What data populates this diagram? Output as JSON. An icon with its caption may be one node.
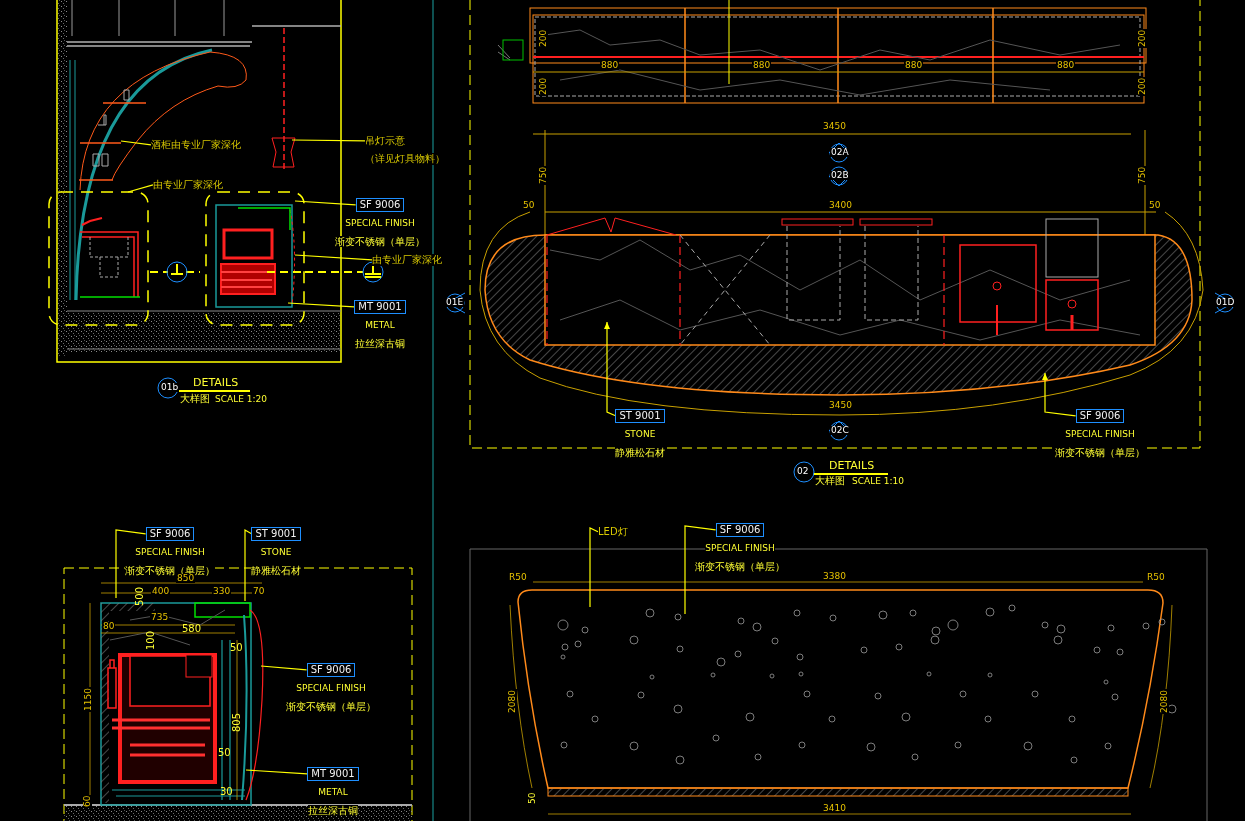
{
  "diagram": {
    "nodes": [
      {
        "text": [
          "酒柜由专业厂家深化"
        ]
      },
      {
        "text": [
          "由专业厂家深化"
        ]
      },
      {
        "text": [
          "吊灯示意",
          "（详见灯具物料）"
        ]
      },
      {
        "text": [
          "SF 9006",
          "SPECIAL FINISH",
          "渐变不锈钢（单层）"
        ]
      },
      {
        "text": [
          "由专业厂家深化"
        ]
      },
      {
        "text": [
          "MT 9001",
          "METAL",
          "拉丝深古铜"
        ]
      },
      {
        "text": [
          "ST 9001",
          "STONE",
          "静雅松石材"
        ]
      },
      {
        "text": [
          "SF 9006",
          "SPECIAL FINISH",
          "渐变不锈钢（单层）"
        ]
      },
      {
        "text": [
          "SF 9006",
          "SPECIAL FINISH",
          "渐变不锈钢（单层）"
        ]
      },
      {
        "text": [
          "ST 9001",
          "STONE",
          "静雅松石材"
        ]
      },
      {
        "text": [
          "SF 9006",
          "SPECIAL FINISH",
          "渐变不锈钢（单层）"
        ]
      },
      {
        "text": [
          "MT 9001",
          "METAL",
          "拉丝深古铜"
        ]
      },
      {
        "text": [
          "LED灯"
        ]
      },
      {
        "text": [
          "SF 9006",
          "SPECIAL FINISH",
          "渐变不锈钢（单层）"
        ]
      }
    ],
    "edges": [
      {
        "from": 0,
        "to": null,
        "arrow": "none"
      },
      {
        "from": 1,
        "to": null,
        "arrow": "none"
      },
      {
        "from": 2,
        "to": null,
        "arrow": "none"
      },
      {
        "from": 3,
        "to": null,
        "arrow": "none"
      },
      {
        "from": 4,
        "to": null,
        "arrow": "none"
      },
      {
        "from": 5,
        "to": null,
        "arrow": "none"
      },
      {
        "from": 6,
        "to": null,
        "arrow": "to"
      },
      {
        "from": 7,
        "to": null,
        "arrow": "to"
      },
      {
        "from": 8,
        "to": null,
        "arrow": "none"
      },
      {
        "from": 9,
        "to": null,
        "arrow": "none"
      },
      {
        "from": 10,
        "to": null,
        "arrow": "none"
      },
      {
        "from": 11,
        "to": null,
        "arrow": "none"
      },
      {
        "from": 12,
        "to": null,
        "arrow": "none"
      },
      {
        "from": 13,
        "to": null,
        "arrow": "none"
      }
    ],
    "labels": [
      "200",
      "200",
      "880",
      "880",
      "880",
      "880",
      "200",
      "200",
      "3450",
      "02A",
      "02B",
      "750",
      "750",
      "50",
      "3400",
      "50",
      "01E",
      "01D",
      "3450",
      "02C",
      "01b",
      "DETAILS",
      "大样图",
      "SCALE 1:20",
      "02",
      "DETAILS",
      "大样图",
      "SCALE 1:10",
      "850",
      "500",
      "400",
      "330",
      "70",
      "80",
      "735",
      "580",
      "100",
      "1150",
      "50",
      "805",
      "50",
      "30",
      "60",
      "R50",
      "3380",
      "R50",
      "2080",
      "2080",
      "50",
      "3410"
    ]
  }
}
